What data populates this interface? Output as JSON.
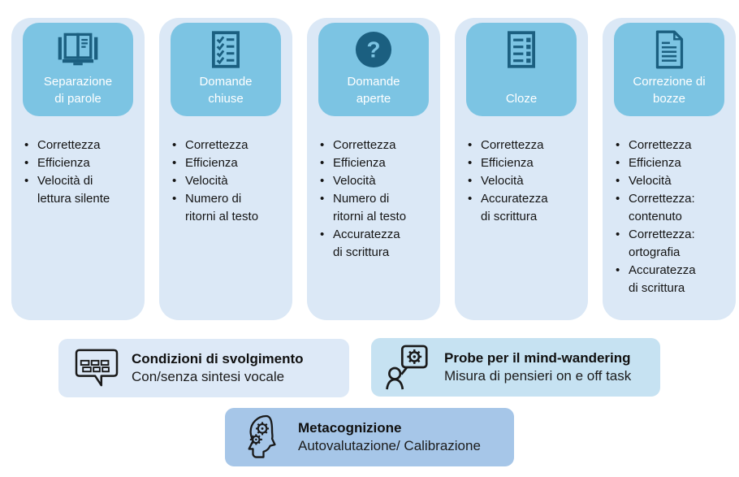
{
  "palette": {
    "column_bg": "#dbe8f6",
    "header_bg": "#7cc4e3",
    "icon_teal": "#1b5f80",
    "header_text": "#ffffff",
    "body_text": "#141414",
    "card_a_bg": "#dde9f7",
    "card_b_bg": "#c6e2f2",
    "card_c_bg": "#a6c6e8",
    "icon_dark": "#1a1a1a"
  },
  "columns": [
    {
      "title": "Separazione\ndi parole",
      "icon": "open-book-icon",
      "bullets": [
        "Correttezza",
        "Efficienza",
        "Velocità di lettura silente"
      ]
    },
    {
      "title": "Domande\nchiuse",
      "icon": "checklist-icon",
      "bullets": [
        "Correttezza",
        "Efficienza",
        "Velocità",
        "Numero di ritorni al testo"
      ]
    },
    {
      "title": "Domande\naperte",
      "icon": "question-mark-icon",
      "bullets": [
        "Correttezza",
        "Efficienza",
        "Velocità",
        "Numero di ritorni al testo",
        "Accuratezza di scrittura"
      ]
    },
    {
      "title": "Cloze",
      "icon": "cloze-form-icon",
      "bullets": [
        "Correttezza",
        "Efficienza",
        "Velocità",
        "Accuratezza di scrittura"
      ]
    },
    {
      "title": "Correzione di\nbozze",
      "icon": "document-icon",
      "bullets": [
        "Correttezza",
        "Efficienza",
        "Velocità",
        "Correttezza: contenuto",
        "Correttezza: ortografia",
        "Accuratezza di scrittura"
      ]
    }
  ],
  "cards": [
    {
      "title": "Condizioni di svolgimento",
      "subtitle": "Con/senza sintesi vocale",
      "icon": "speech-bubble-icon"
    },
    {
      "title": "Probe per il mind-wandering",
      "subtitle": "Misura di pensieri on e off task",
      "icon": "person-speech-gear-icon"
    },
    {
      "title": "Metacognizione",
      "subtitle": "Autovalutazione/ Calibrazione",
      "icon": "head-gears-icon"
    }
  ]
}
